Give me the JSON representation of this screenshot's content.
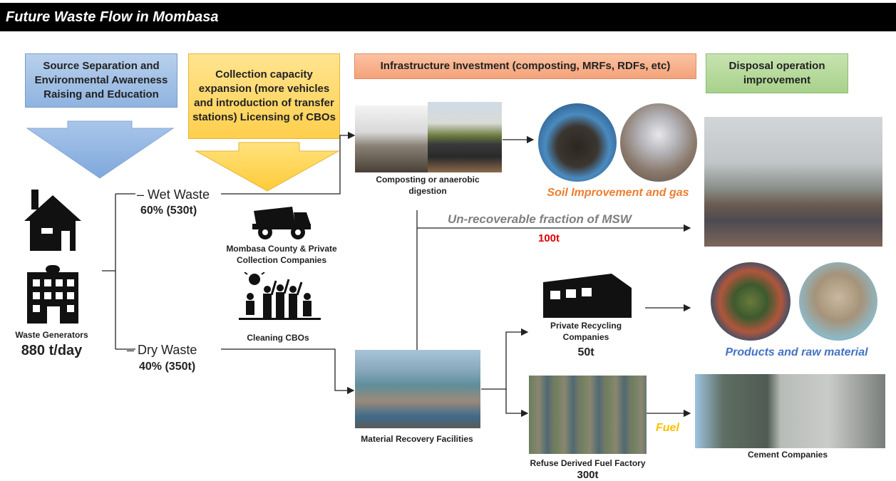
{
  "title": "Future Waste Flow in Mombasa",
  "headers": {
    "source": "Source Separation and Environmental Awareness Raising and Education",
    "collection": "Collection capacity expansion (more vehicles and introduction of transfer stations) Licensing of CBOs",
    "infrastructure": "Infrastructure Investment (composting, MRFs, RDFs, etc)",
    "disposal": "Disposal operation improvement"
  },
  "generators": {
    "label": "Waste Generators",
    "amount": "880 t/day"
  },
  "wet": {
    "label": "Wet Waste",
    "amount": "60% (530t)"
  },
  "dry": {
    "label": "Dry Waste",
    "amount": "40% (350t)"
  },
  "collectors": {
    "truck_label": "Mombasa County & Private Collection Companies",
    "cbo_label": "Cleaning CBOs"
  },
  "composting": {
    "label": "Composting or anaerobic digestion",
    "product": "Soil Improvement and gas"
  },
  "unrecoverable": {
    "label": "Un-recoverable fraction of MSW",
    "amount": "100t"
  },
  "mrf": {
    "label": "Material Recovery Facilities"
  },
  "recycling": {
    "label": "Private Recycling Companies",
    "amount": "50t",
    "product": "Products and raw material"
  },
  "rdf": {
    "label": "Refuse Derived Fuel Factory",
    "amount": "300t",
    "product": "Fuel"
  },
  "cement": {
    "label": "Cement Companies"
  },
  "colors": {
    "product_orange": "#ed7d31",
    "product_blue": "#4472c4",
    "fuel_yellow": "#ffc000",
    "amount_red": "#e00000"
  }
}
